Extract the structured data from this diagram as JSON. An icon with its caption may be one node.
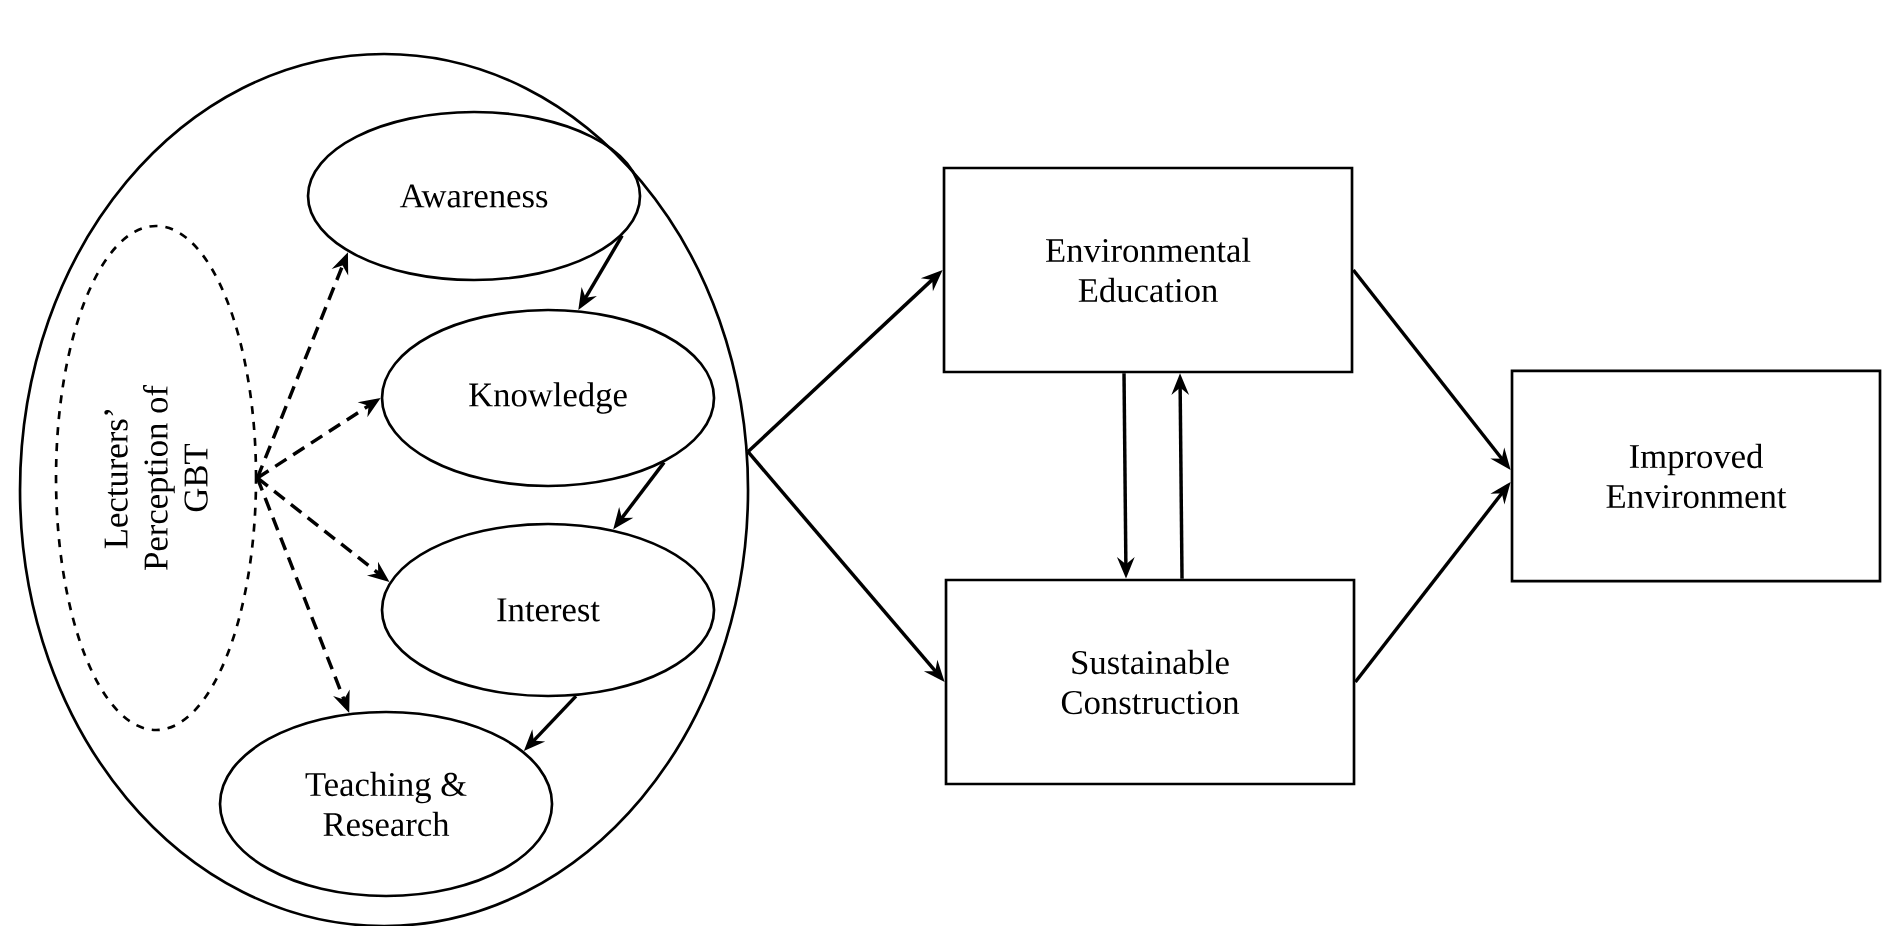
{
  "diagram": {
    "nodes": [
      {
        "text": [],
        "shape": "ellipse"
      },
      {
        "text": [
          "Lecturers’ Perception of GBT"
        ],
        "in": 0
      },
      {
        "text": [
          "Awareness"
        ],
        "in": 0
      },
      {
        "text": [
          "Knowledge"
        ],
        "in": 0
      },
      {
        "text": [
          "Interest"
        ],
        "in": 0
      },
      {
        "text": [
          "Teaching & Research"
        ],
        "in": 0
      },
      {
        "text": [
          "Environmental Education"
        ]
      },
      {
        "text": [
          "Sustainable Construction"
        ]
      },
      {
        "text": [
          "Improved Environment"
        ]
      }
    ],
    "edges": [
      {
        "from": 1,
        "to": 2,
        "arrow": "to",
        "style": "dashed"
      },
      {
        "from": 1,
        "to": 3,
        "arrow": "to",
        "style": "dashed"
      },
      {
        "from": 1,
        "to": 4,
        "arrow": "to",
        "style": "dashed"
      },
      {
        "from": 1,
        "to": 5,
        "arrow": "to",
        "style": "dashed"
      },
      {
        "from": 2,
        "to": 3,
        "arrow": "to"
      },
      {
        "from": 3,
        "to": 4,
        "arrow": "to"
      },
      {
        "from": 4,
        "to": 5,
        "arrow": "to"
      },
      {
        "from": 0,
        "to": 6,
        "arrow": "to"
      },
      {
        "from": 0,
        "to": 7,
        "arrow": "to"
      },
      {
        "from": 6,
        "to": 7,
        "arrow": "to"
      },
      {
        "from": 7,
        "to": 6,
        "arrow": "to"
      },
      {
        "from": 6,
        "to": 8,
        "arrow": "to"
      },
      {
        "from": 7,
        "to": 8,
        "arrow": "to"
      }
    ]
  }
}
